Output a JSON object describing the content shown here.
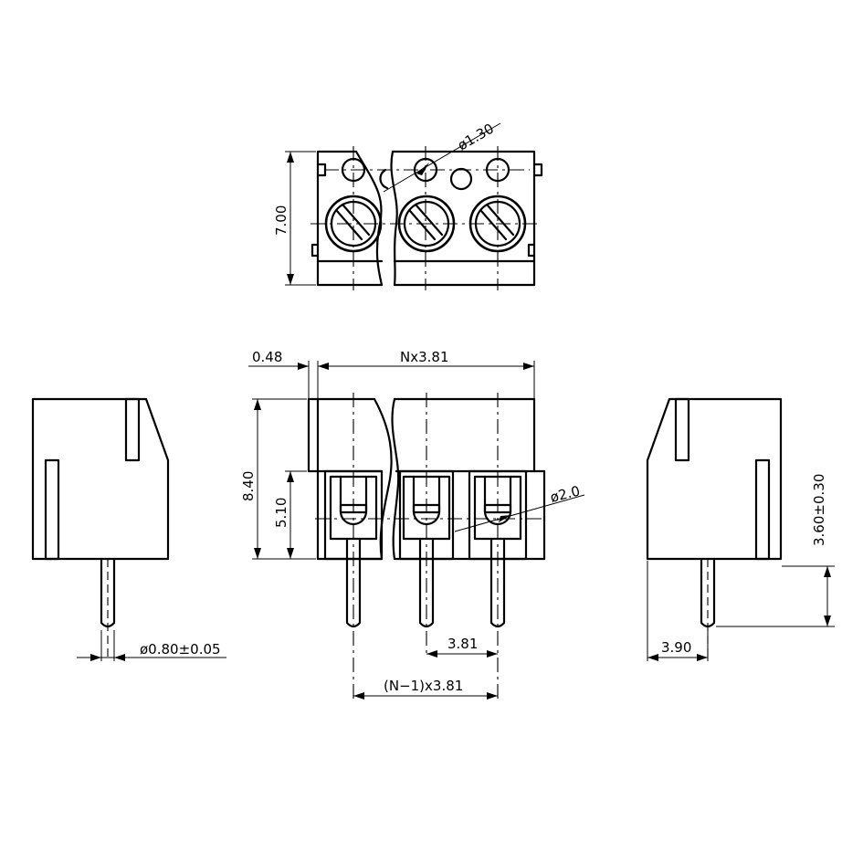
{
  "dimensions": {
    "top_height": "7.00",
    "hole_diameter": "ø1.30",
    "gap": "0.48",
    "total_width": "Nx3.81",
    "body_height": "8.40",
    "front_height": "5.10",
    "wire_diameter": "ø2.0",
    "pin_diameter": "ø0.80±0.05",
    "pitch": "3.81",
    "pin_span": "(N−1)x3.81",
    "pin_length": "3.60±0.30",
    "side_offset": "3.90"
  },
  "colors": {
    "line": "#000000",
    "background": "#ffffff"
  }
}
